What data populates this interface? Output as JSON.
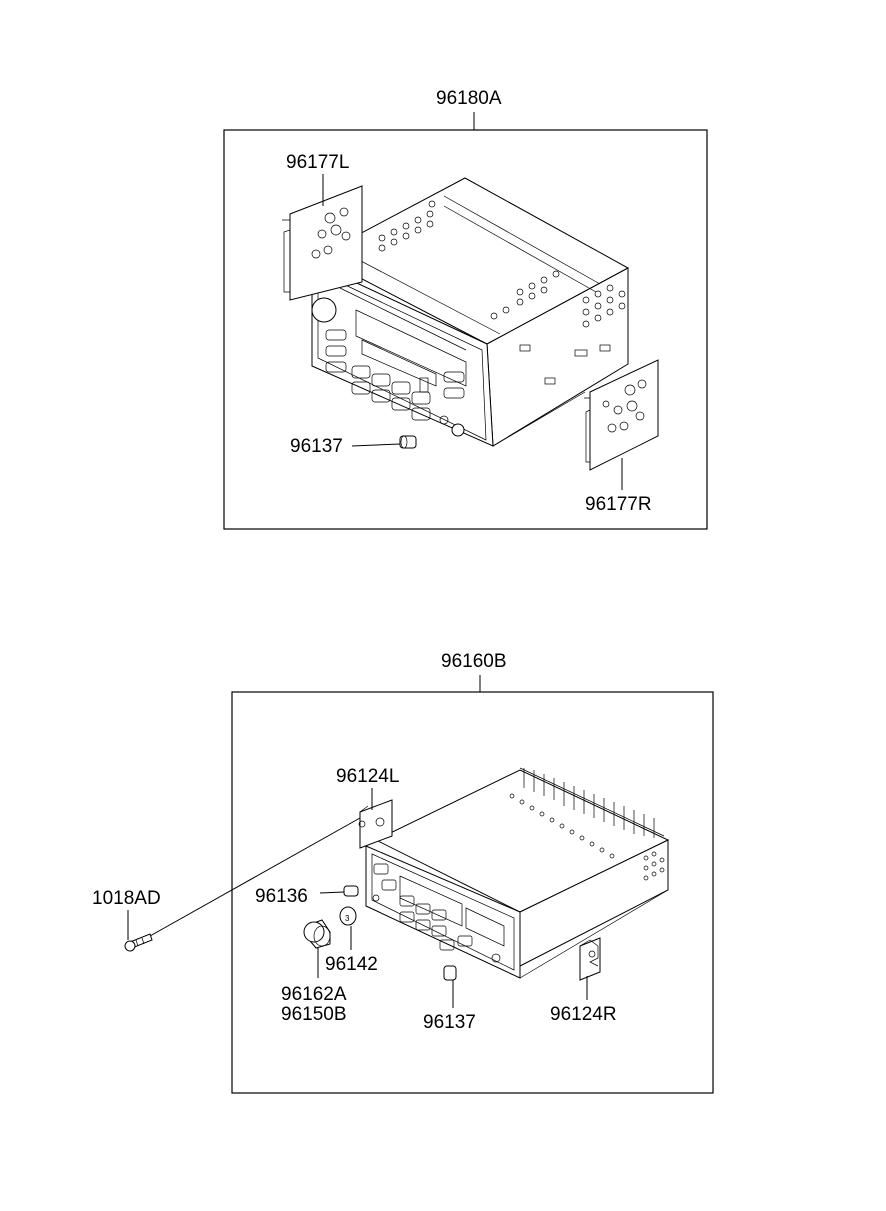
{
  "top_assembly": {
    "label": "96180A",
    "parts": {
      "bracket_left": "96177L",
      "bracket_right": "96177R",
      "knob": "96137"
    }
  },
  "bottom_assembly": {
    "label": "96160B",
    "parts": {
      "bracket_left": "96124L",
      "bracket_right": "96124R",
      "screw": "1018AD",
      "knob_small": "96136",
      "knob_round": "96142",
      "knob_large_a": "96162A",
      "knob_large_b": "96150B",
      "knob_bottom": "96137"
    }
  }
}
